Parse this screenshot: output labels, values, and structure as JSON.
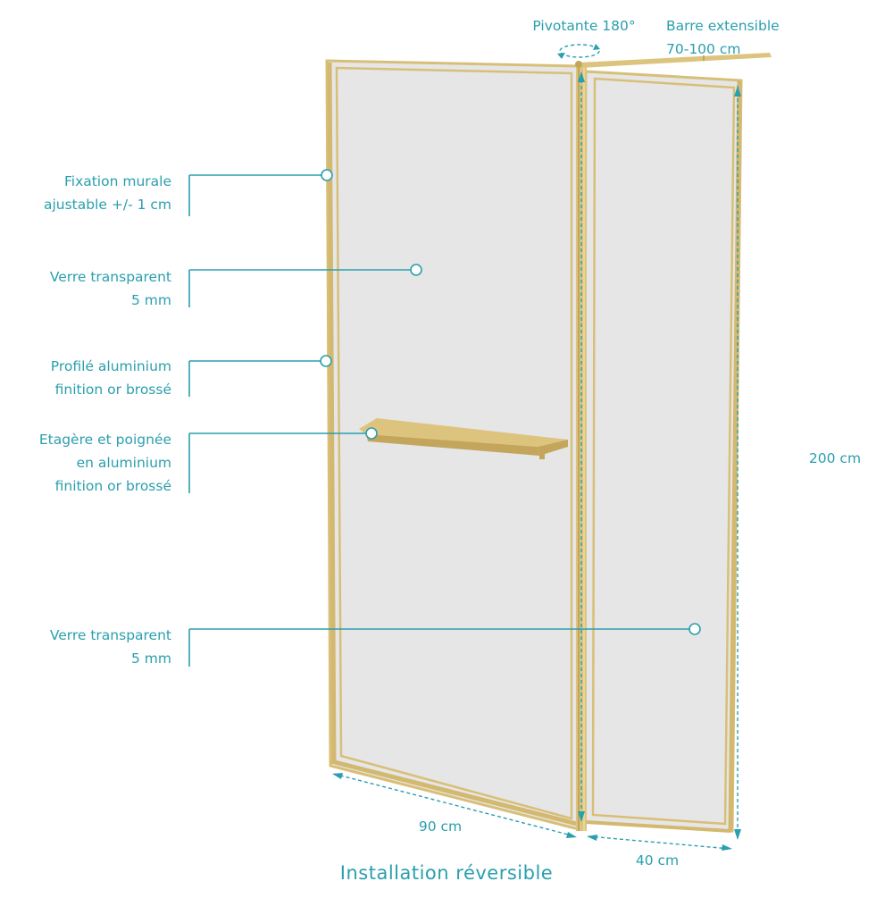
{
  "callouts": {
    "fixation": {
      "line1": "Fixation murale",
      "line2": "ajustable +/- 1 cm"
    },
    "verre_top": {
      "line1": "Verre transparent",
      "line2": "5 mm"
    },
    "profile": {
      "line1": "Profilé aluminium",
      "line2": "finition or brossé"
    },
    "etagere": {
      "line1": "Etagère et poignée",
      "line2": "en aluminium",
      "line3": "finition or brossé"
    },
    "verre_bottom": {
      "line1": "Verre transparent",
      "line2": "5 mm"
    },
    "pivot": "Pivotante 180°",
    "barre": {
      "line1": "Barre extensible",
      "line2": "70-100 cm"
    }
  },
  "dimensions": {
    "height": "200 cm",
    "width_main": "90 cm",
    "width_flap": "40 cm"
  },
  "footer": "Installation réversible",
  "colors": {
    "accent": "#2a9fae",
    "gold_frame": "#ddc47e",
    "glass": "#e6e6e7"
  }
}
